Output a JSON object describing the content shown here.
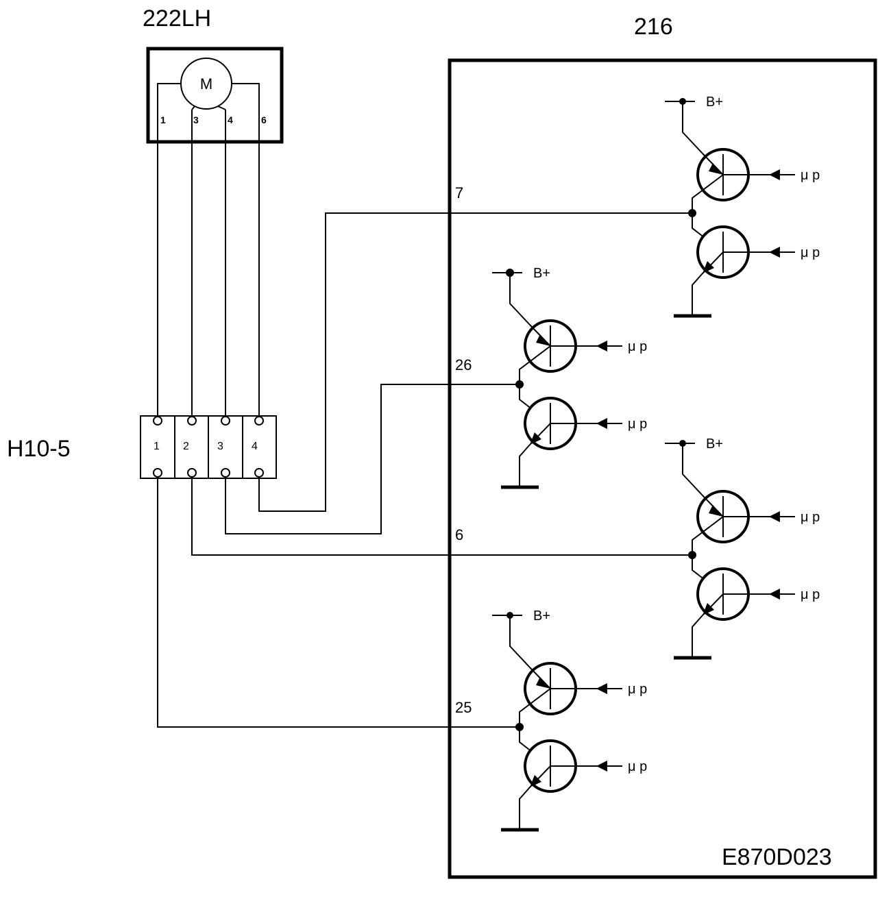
{
  "motor": {
    "label": "222LH",
    "symbol": "M",
    "pins": [
      "1",
      "3",
      "4",
      "6"
    ]
  },
  "connector": {
    "label": "H10-5",
    "pins": [
      "1",
      "2",
      "3",
      "4"
    ]
  },
  "module": {
    "label": "216",
    "drawing_id": "E870D023",
    "terminals": [
      "7",
      "26",
      "6",
      "25"
    ],
    "supply_label": "B+",
    "control_label": "μ p"
  },
  "colors": {
    "line": "#000000",
    "background": "#ffffff"
  }
}
